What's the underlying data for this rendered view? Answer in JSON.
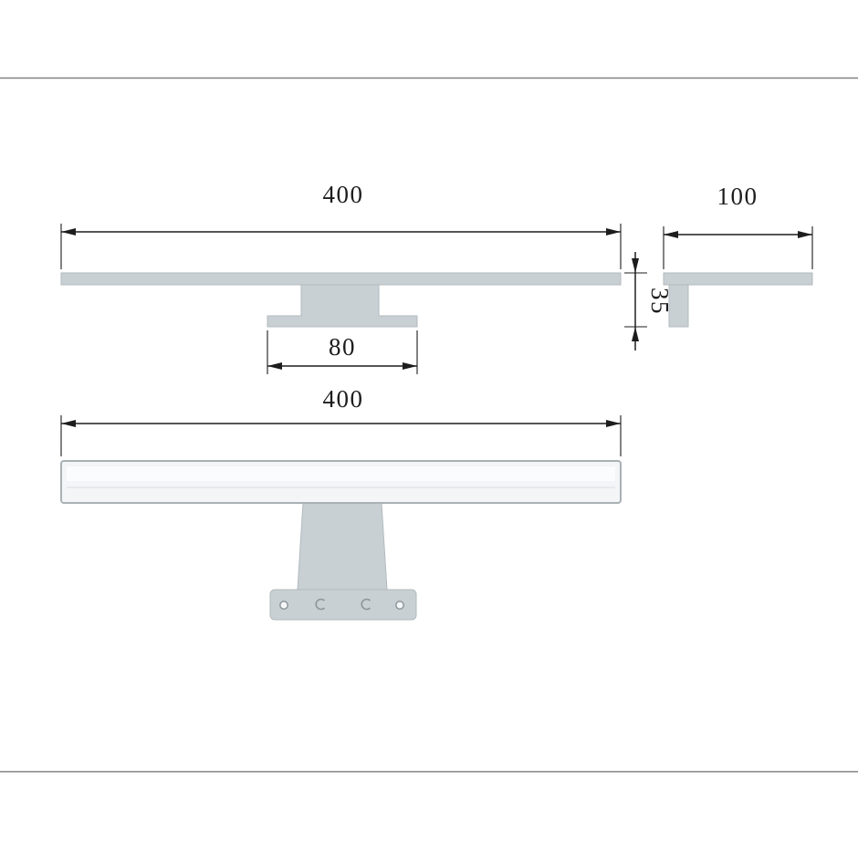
{
  "dimensions": {
    "top_width": "400",
    "side_depth": "100",
    "mount_height": "35",
    "mount_base_width": "80",
    "front_width": "400"
  },
  "colors": {
    "part_fill": "#c8d0d4",
    "part_stroke": "#b2babe",
    "front_fill": "#f3f5f6",
    "front_stroke": "#a9b1b5",
    "highlight_fill": "#fbfcfd",
    "dimension_ink": "#1d1d1d",
    "frame_line": "#818181",
    "background": "#ffffff"
  }
}
